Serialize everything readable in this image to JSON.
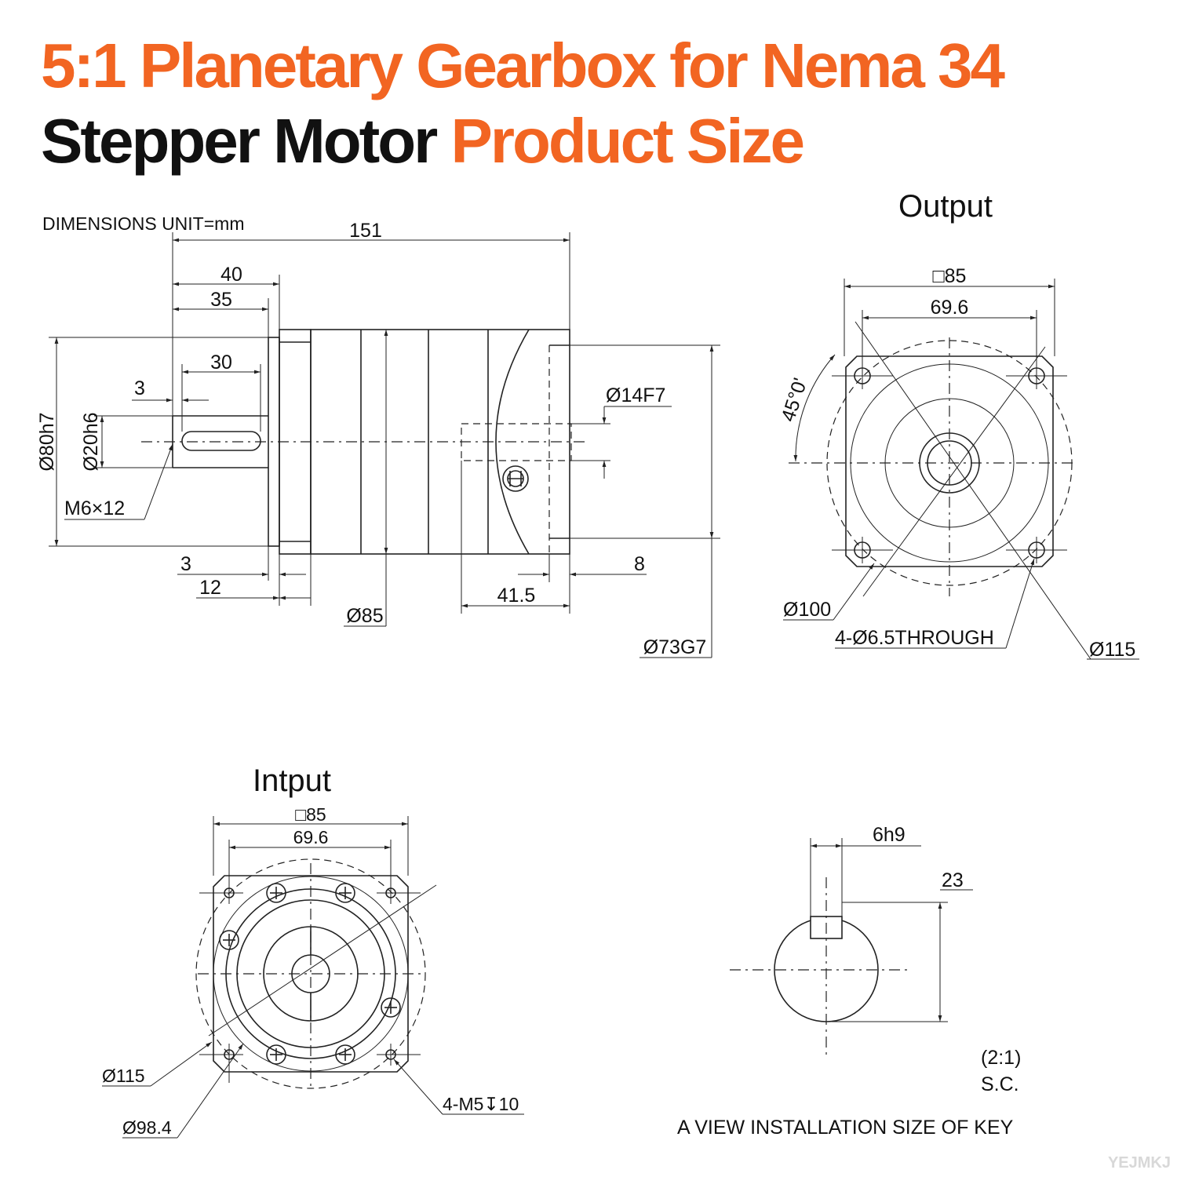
{
  "title": {
    "line1": "5:1 Planetary Gearbox for Nema 34",
    "line2_black": "Stepper Motor",
    "line2_orange": "Product Size"
  },
  "colors": {
    "accent": "#f26522",
    "text": "#111111",
    "line": "#222222"
  },
  "side_view": {
    "unit_note": "DIMENSIONS UNIT=mm",
    "dims": {
      "total_length": "151",
      "shaft_40": "40",
      "shaft_35": "35",
      "key_30": "30",
      "key_offset_3": "3",
      "body_dia": "Ø80h7",
      "shaft_dia": "Ø20h6",
      "thread": "M6×12",
      "flange_3": "3",
      "flange_12": "12",
      "flange_dia": "Ø85",
      "bore_dia": "Ø14F7",
      "bore_depth": "41.5",
      "recess_8": "8",
      "pilot_dia": "Ø73G7"
    }
  },
  "output_view": {
    "heading": "Output",
    "square": "□85",
    "pcd": "69.6",
    "angle": "45°0'",
    "circle_100": "Ø100",
    "holes": "4-Ø6.5THROUGH",
    "circle_115": "Ø115"
  },
  "input_view": {
    "heading": "Intput",
    "square": "□85",
    "pcd": "69.6",
    "circle_115": "Ø115",
    "circle_984": "Ø98.4",
    "holes": "4-M5↧10"
  },
  "key_view": {
    "width": "6h9",
    "height": "23",
    "scale_ratio": "(2:1)",
    "scale_label": "S.C.",
    "caption": "A VIEW  INSTALLATION SIZE  OF KEY"
  },
  "watermark": "YEJMKJ"
}
